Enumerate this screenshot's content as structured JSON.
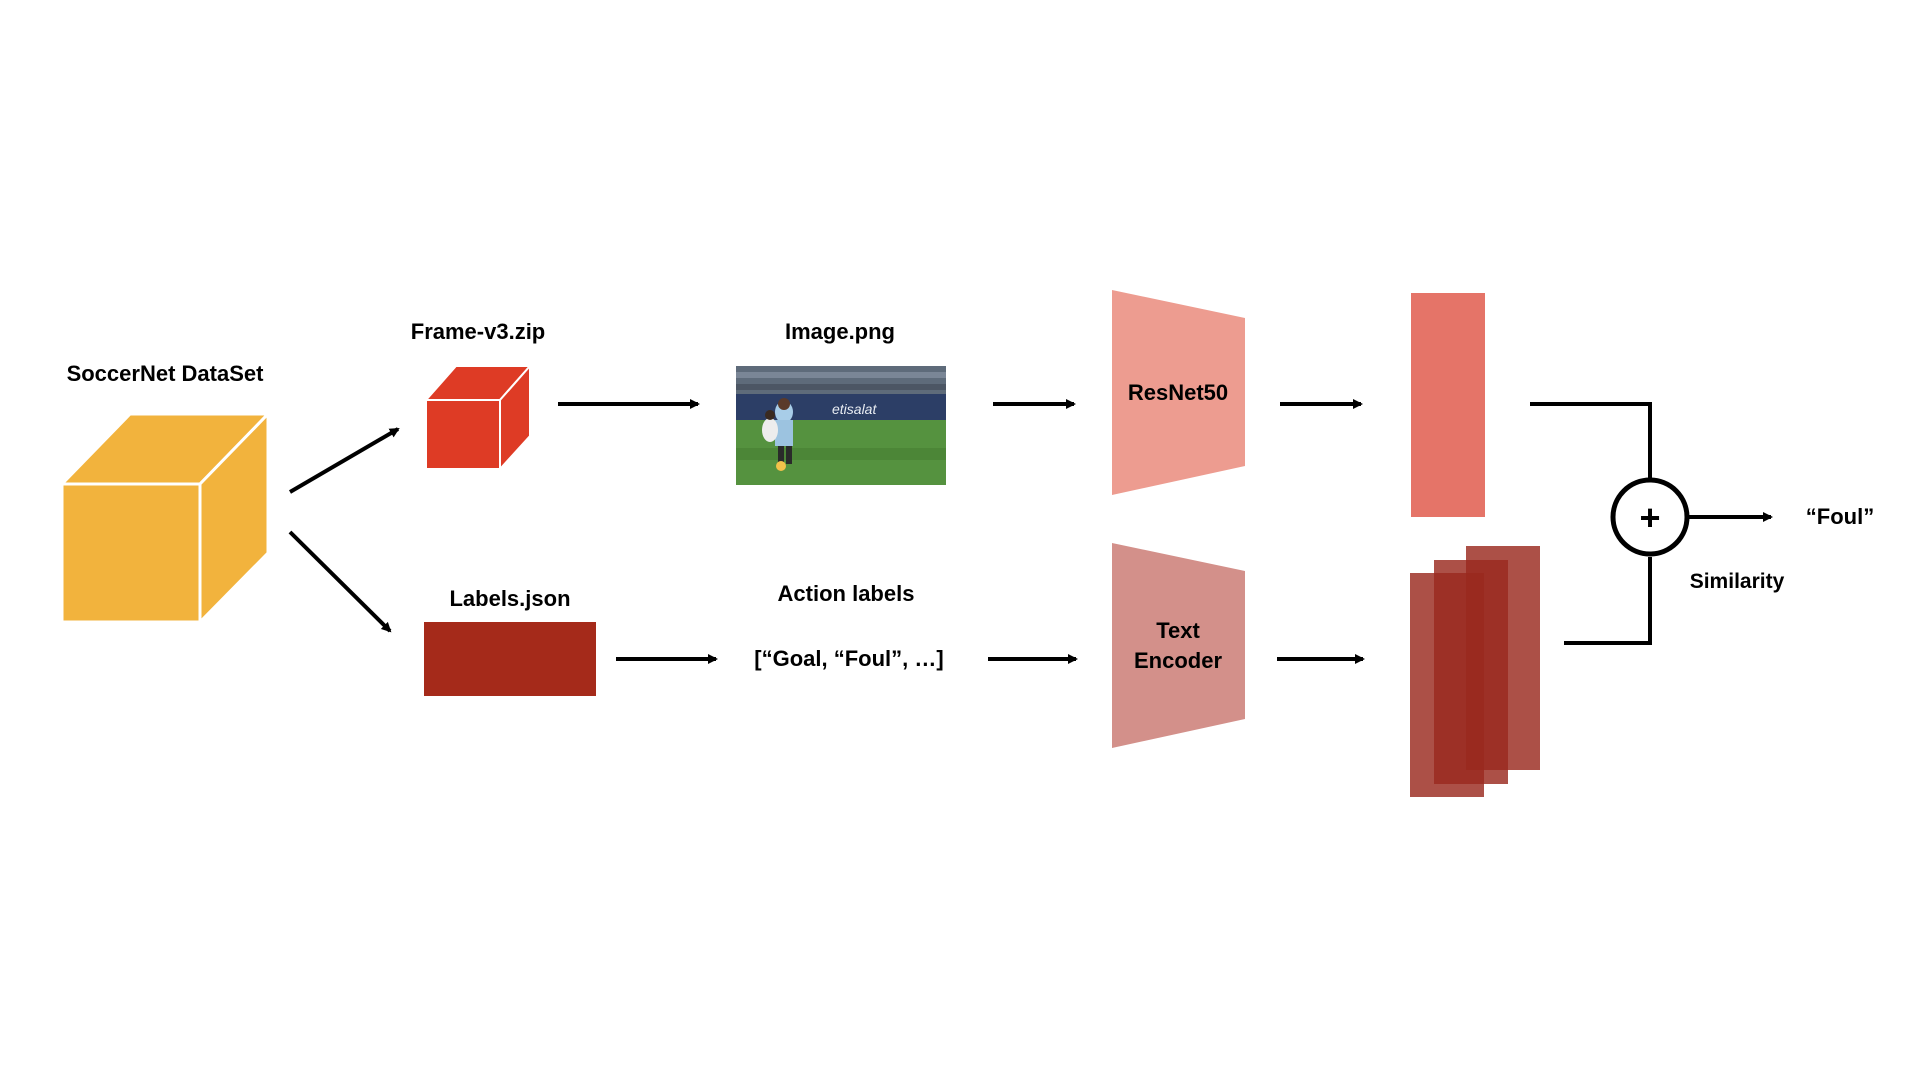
{
  "colors": {
    "dataset_cube": "#F2B33D",
    "frame_cube": "#DE3B25",
    "labels_box": "#A52A1A",
    "resnet": "#ED9C90",
    "text_encoder": "#D3908A",
    "image_embedding": "#E57468",
    "text_embeddings": "#9A2A1E",
    "arrows": "#000000",
    "background": "#FFFFFF"
  },
  "nodes": {
    "dataset": {
      "label": "SoccerNet DataSet",
      "icon": "cube-icon"
    },
    "frames": {
      "label": "Frame-v3.zip",
      "icon": "cube-icon"
    },
    "image": {
      "label": "Image.png",
      "thumbnail_text": "etisalat"
    },
    "resnet": {
      "label": "ResNet50"
    },
    "labels_file": {
      "label": "Labels.json"
    },
    "action_labels": {
      "title": "Action labels",
      "list": "[“Goal, “Foul”, …]"
    },
    "text_encoder": {
      "line1": "Text",
      "line2": "Encoder"
    },
    "combine": {
      "symbol": "+",
      "icon": "plus-circle-icon"
    },
    "similarity": {
      "label": "Similarity"
    },
    "output": {
      "label": "“Foul”"
    }
  }
}
